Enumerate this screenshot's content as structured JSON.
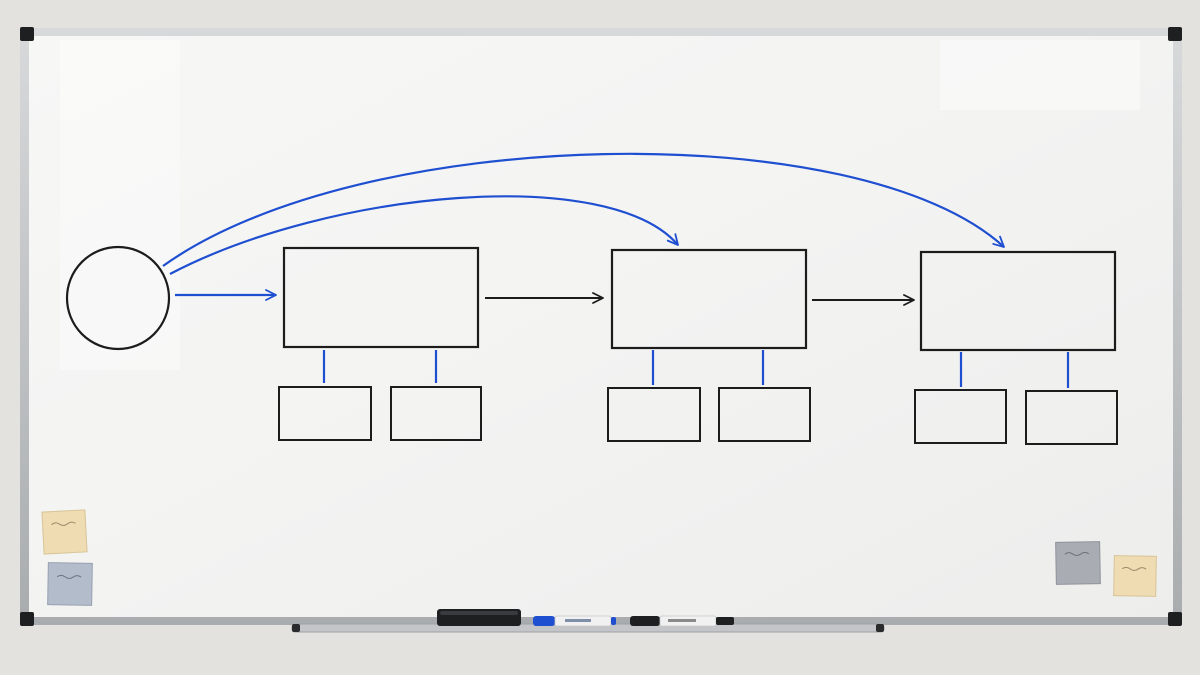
{
  "scene": {
    "board": "whiteboard",
    "colors": {
      "wall": "#e3e2df",
      "frame": "#b9bcbf",
      "board_surface": "#f5f5f4",
      "black_marker": "#1c1c1c",
      "blue_marker": "#1f4fd1",
      "sticky_yellow": "#efdcb2",
      "sticky_gray": "#a9acb3",
      "sticky_blue": "#b3bccb",
      "eraser": "#1e1f21"
    },
    "icons": [
      "eraser-icon",
      "blue-marker-icon",
      "black-marker-icon",
      "sticky-note-icon"
    ]
  },
  "diagram": {
    "nodes": [
      {
        "id": "start",
        "shape": "circle",
        "label": ""
      },
      {
        "id": "stage-1",
        "shape": "rectangle",
        "label": "",
        "children": 2
      },
      {
        "id": "stage-2",
        "shape": "rectangle",
        "label": "",
        "children": 2
      },
      {
        "id": "stage-3",
        "shape": "rectangle",
        "label": "",
        "children": 2
      }
    ],
    "edges": [
      {
        "from": "start",
        "to": "stage-1",
        "color": "blue",
        "style": "straight"
      },
      {
        "from": "stage-1",
        "to": "stage-2",
        "color": "black",
        "style": "straight"
      },
      {
        "from": "stage-2",
        "to": "stage-3",
        "color": "black",
        "style": "straight"
      },
      {
        "from": "start",
        "to": "stage-2",
        "color": "blue",
        "style": "curved"
      },
      {
        "from": "start",
        "to": "stage-3",
        "color": "blue",
        "style": "curved"
      }
    ],
    "sticky_notes": 4
  }
}
